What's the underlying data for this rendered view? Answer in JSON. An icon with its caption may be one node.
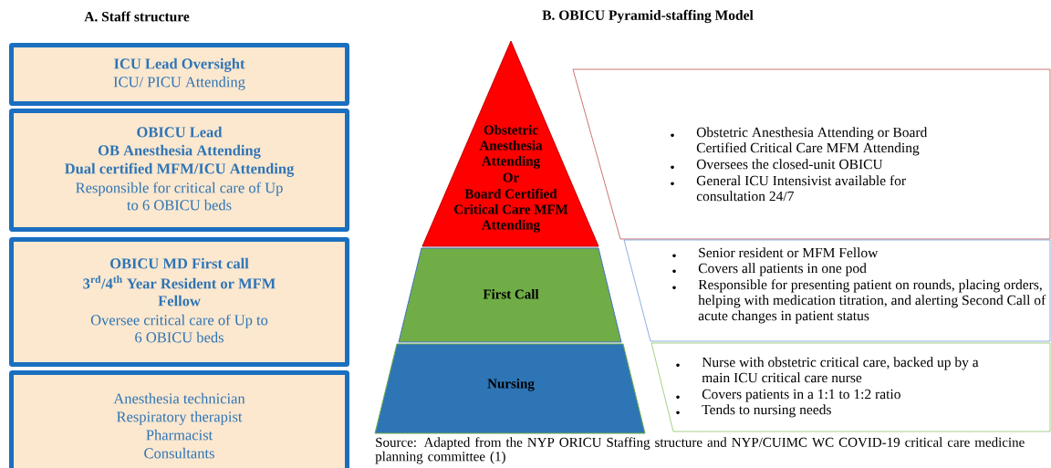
{
  "diagram": {
    "caption": "Source: Adapted from the NYP ORICU Staffing structure and NYP/CUIMC WC COVID-19 critical care medicine planning committee (1)",
    "nodes": [
      {
        "text": [
          "ICU Lead Oversight",
          "ICU/ PICU Attending"
        ]
      },
      {
        "text": [
          "OBICU Lead",
          "OB Anesthesia Attending",
          "Dual certified MFM/ICU Attending",
          "Responsible for critical care of Up to 6 OBICU beds"
        ]
      },
      {
        "text": [
          "OBICU MD First call",
          "3$^{rd}$/4$^{th}$ Year Resident or MFM Fellow",
          "Oversee critical care of Up to 6 OBICU beds"
        ]
      },
      {
        "text": [
          "Anesthesia technician",
          "Respiratory therapist",
          "Pharmacist",
          "Consultants"
        ]
      },
      {
        "text": [
          "Obstetric Anesthesia Attending",
          "Or",
          "Board Certified Critical Care MFM Attending"
        ]
      },
      {
        "text": [
          "First Call"
        ]
      },
      {
        "text": [
          "Nursing"
        ]
      },
      {
        "text": [
          "Obstetric Anesthesia Attending or Board Certified Critical Care MFM Attending",
          "Oversees the closed-unit OBICU",
          "General ICU Intensivist available for consultation 24/7"
        ]
      },
      {
        "text": [
          "Senior resident or MFM Fellow",
          "Covers all patients in one pod",
          "Responsible for presenting patient on rounds, placing orders, helping with medication titration, and alerting Second Call of acute changes in patient status"
        ]
      },
      {
        "text": [
          "Nurse with obstetric critical care, backed up by a main ICU critical care nurse",
          "Covers patients in a 1:1 to 1:2 ratio",
          "Tends to nursing needs"
        ]
      }
    ],
    "labels": [
      "A. Staff structure",
      "B. OBICU Pyramid-staffing Model"
    ]
  }
}
